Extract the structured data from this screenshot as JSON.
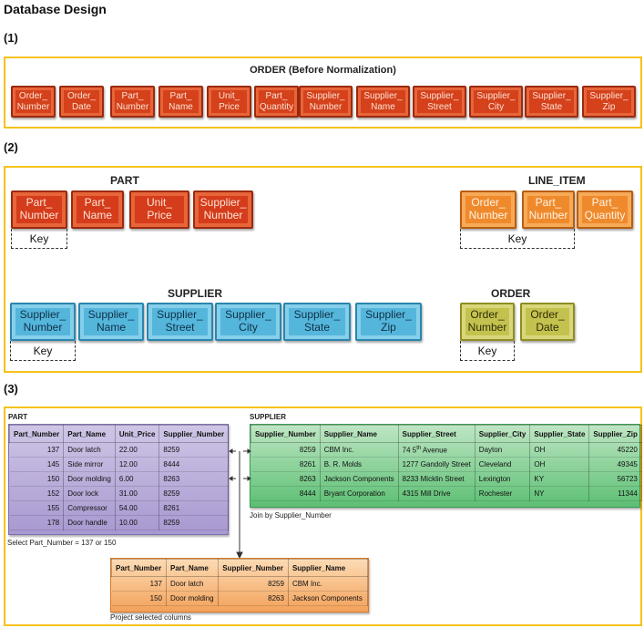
{
  "title": "Database Design",
  "sections": {
    "s1": "(1)",
    "s2": "(2)",
    "s3": "(3)"
  },
  "s1": {
    "panel_title": "ORDER (Before Normalization)",
    "fields": [
      "Order_\nNumber",
      "Order_\nDate",
      "Part_\nNumber",
      "Part_\nName",
      "Unit_\nPrice",
      "Part_\nQuantity",
      "Supplier_\nNumber",
      "Supplier_\nName",
      "Supplier_\nStreet",
      "Supplier_\nCity",
      "Supplier_\nState",
      "Supplier_\nZip"
    ]
  },
  "s2": {
    "part": {
      "title": "PART",
      "fields": [
        "Part_\nNumber",
        "Part_\nName",
        "Unit_\nPrice",
        "Supplier_\nNumber"
      ],
      "key": "Key"
    },
    "line_item": {
      "title": "LINE_ITEM",
      "fields": [
        "Order_\nNumber",
        "Part_\nNumber",
        "Part_\nQuantity"
      ],
      "key": "Key"
    },
    "supplier": {
      "title": "SUPPLIER",
      "fields": [
        "Supplier_\nNumber",
        "Supplier_\nName",
        "Supplier_\nStreet",
        "Supplier_\nCity",
        "Supplier_\nState",
        "Supplier_\nZip"
      ],
      "key": "Key"
    },
    "order": {
      "title": "ORDER",
      "fields": [
        "Order_\nNumber",
        "Order_\nDate"
      ],
      "key": "Key"
    }
  },
  "s3": {
    "part": {
      "name": "PART",
      "headers": [
        "Part_Number",
        "Part_Name",
        "Unit_Price",
        "Supplier_Number"
      ],
      "rows": [
        [
          "137",
          "Door latch",
          "22.00",
          "8259"
        ],
        [
          "145",
          "Side mirror",
          "12.00",
          "8444"
        ],
        [
          "150",
          "Door molding",
          "6.00",
          "8263"
        ],
        [
          "152",
          "Door lock",
          "31.00",
          "8259"
        ],
        [
          "155",
          "Compressor",
          "54.00",
          "8261"
        ],
        [
          "178",
          "Door handle",
          "10.00",
          "8259"
        ]
      ],
      "caption": "Select Part_Number = 137 or 150"
    },
    "supplier": {
      "name": "SUPPLIER",
      "headers": [
        "Supplier_Number",
        "Supplier_Name",
        "Supplier_Street",
        "Supplier_City",
        "Supplier_State",
        "Supplier_Zip"
      ],
      "rows": [
        [
          "8259",
          "CBM Inc.",
          "74 5th Avenue",
          "Dayton",
          "OH",
          "45220"
        ],
        [
          "8261",
          "B. R. Molds",
          "1277 Gandolly Street",
          "Cleveland",
          "OH",
          "49345"
        ],
        [
          "8263",
          "Jackson Components",
          "8233 Micklin Street",
          "Lexington",
          "KY",
          "56723"
        ],
        [
          "8444",
          "Bryant Corporation",
          "4315 Mill Drive",
          "Rochester",
          "NY",
          "11344"
        ]
      ],
      "caption": "Join by Supplier_Number"
    },
    "result": {
      "headers": [
        "Part_Number",
        "Part_Name",
        "Supplier_Number",
        "Supplier_Name"
      ],
      "rows": [
        [
          "137",
          "Door latch",
          "8259",
          "CBM Inc."
        ],
        [
          "150",
          "Door molding",
          "8263",
          "Jackson Components"
        ]
      ],
      "caption": "Project selected columns"
    }
  }
}
